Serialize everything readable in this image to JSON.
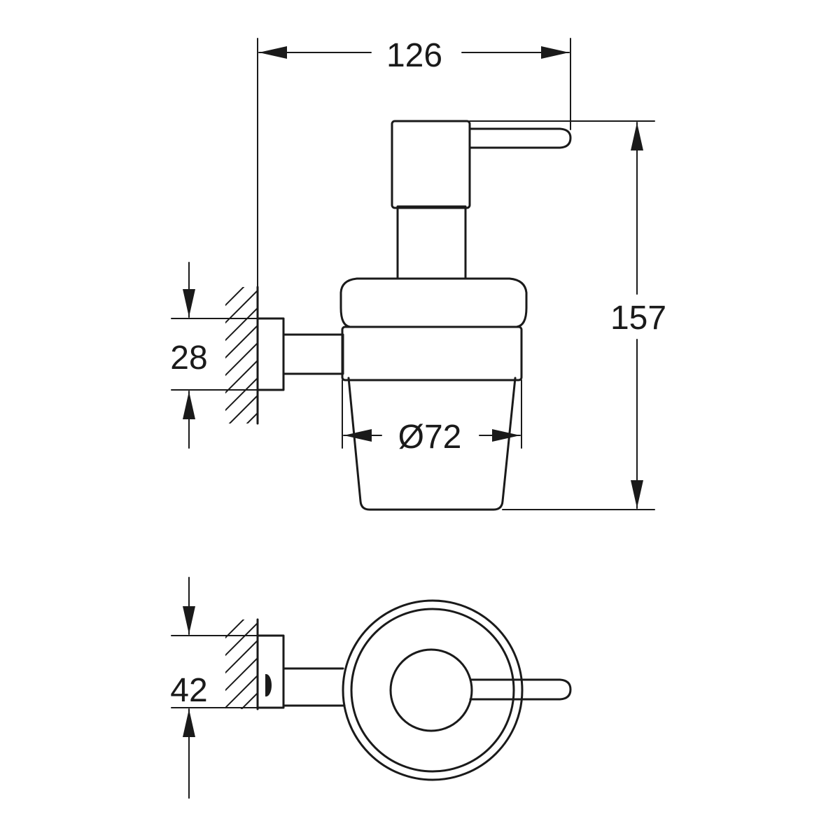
{
  "dimensions": {
    "width": "126",
    "height": "157",
    "mount_height": "28",
    "diameter": "Ø72",
    "mount_depth": "42"
  },
  "colors": {
    "line": "#1a1a1a",
    "background": "#ffffff"
  }
}
